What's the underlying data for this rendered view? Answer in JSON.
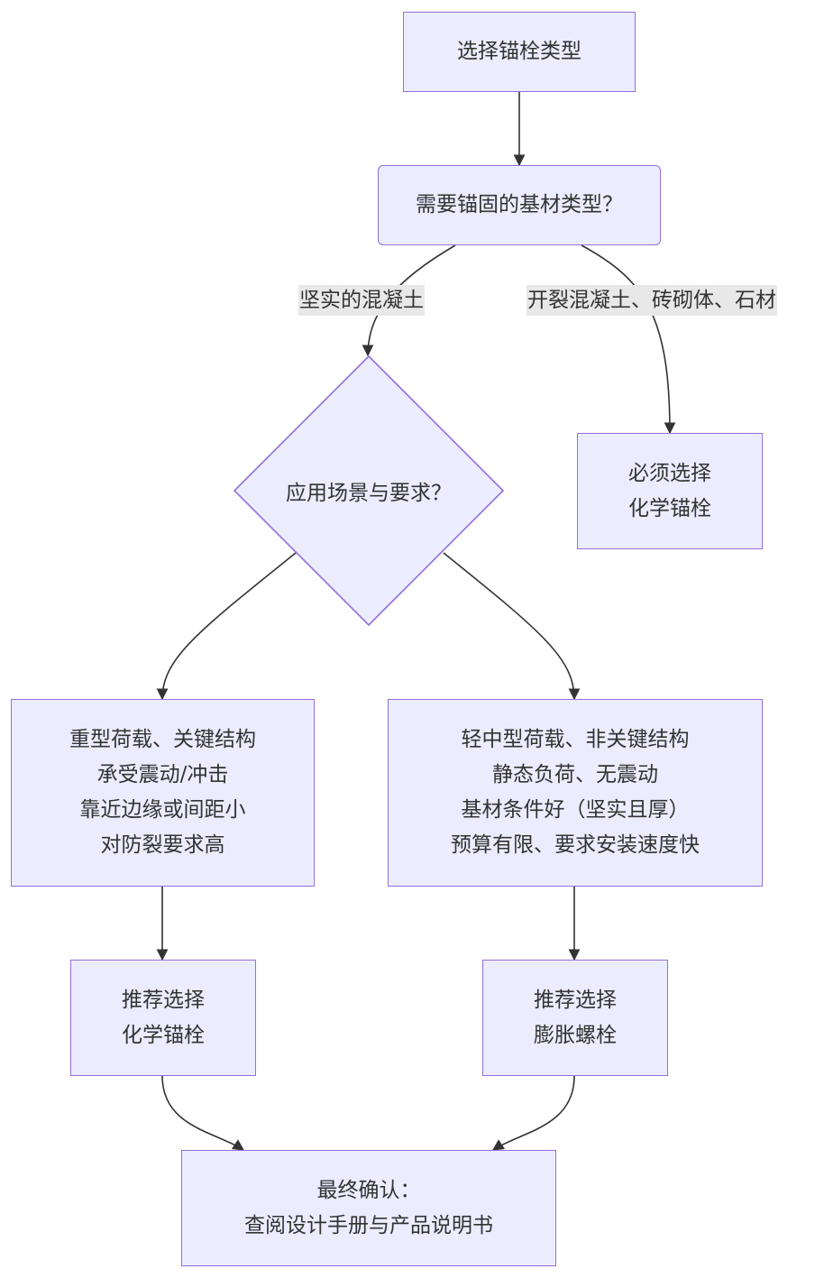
{
  "nodes": {
    "start": "选择锚栓类型",
    "q_base": "需要锚固的基材类型？",
    "q_scene": "应用场景与要求？",
    "must_chem": [
      "必须选择",
      "化学锚栓"
    ],
    "heavy": [
      "重型荷载、关键结构",
      "承受震动/冲击",
      "靠近边缘或间距小",
      "对防裂要求高"
    ],
    "light": [
      "轻中型荷载、非关键结构",
      "静态负荷、无震动",
      "基材条件好（坚实且厚）",
      "预算有限、要求安装速度快"
    ],
    "rec_chem": [
      "推荐选择",
      "化学锚栓"
    ],
    "rec_exp": [
      "推荐选择",
      "膨胀螺栓"
    ],
    "final": [
      "最终确认：",
      "查阅设计手册与产品说明书"
    ]
  },
  "edges": {
    "solid_concrete": "坚实的混凝土",
    "cracked": "开裂混凝土、砖砌体、石材"
  },
  "colors": {
    "node_fill": "#ececff",
    "node_border": "#9370db",
    "edge_line": "#333333",
    "edge_label_bg": "#e8e8e8"
  }
}
